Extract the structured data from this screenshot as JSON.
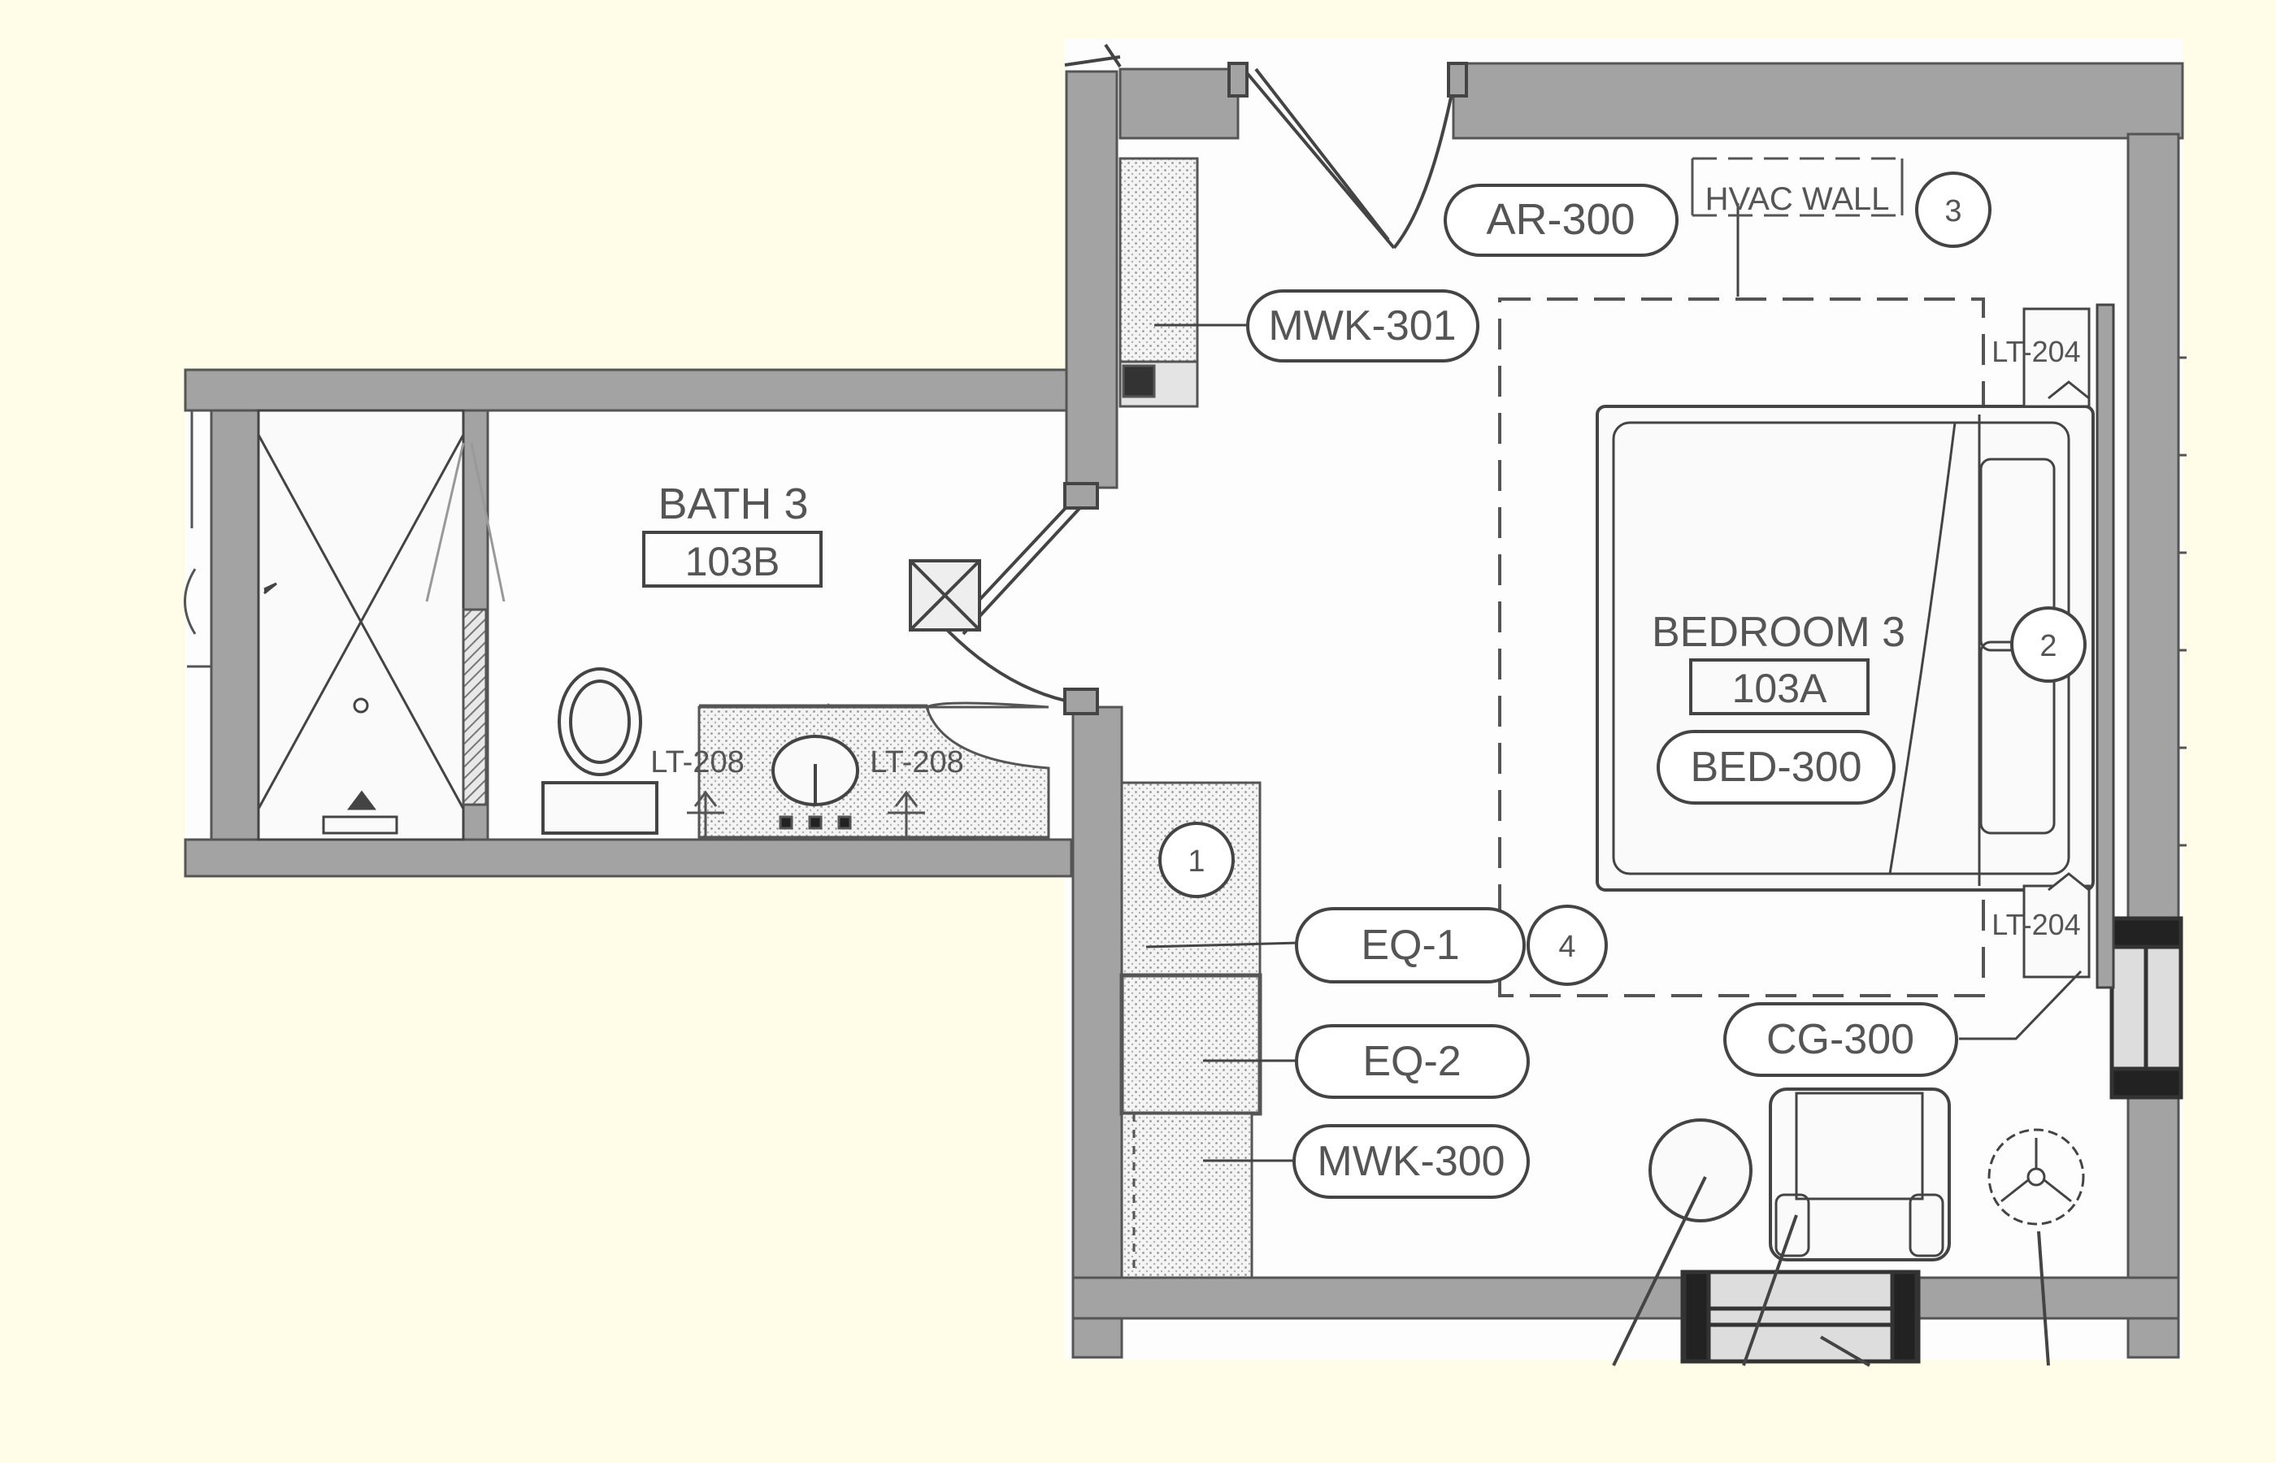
{
  "rooms": {
    "bath": {
      "name": "BATH 3",
      "number": "103B"
    },
    "bedroom": {
      "name": "BEDROOM 3",
      "number": "103A"
    }
  },
  "tags": {
    "ar300": "AR-300",
    "hvac_wall": "HVAC WALL",
    "mwk301": "MWK-301",
    "bed300": "BED-300",
    "eq1": "EQ-1",
    "eq2": "EQ-2",
    "mwk300": "MWK-300",
    "cg300": "CG-300"
  },
  "fixture_labels": {
    "lt204_top": "LT-204",
    "lt204_bottom": "LT-204",
    "lt208_left": "LT-208",
    "lt208_right": "LT-208"
  },
  "key_notes": {
    "n1": "1",
    "n2": "2",
    "n3": "3",
    "n4": "4"
  },
  "colors": {
    "background": "#fffde8",
    "paper": "#fdfdfd",
    "wall": "#a3a3a3",
    "line": "#555555",
    "hatch": "#dcdcdc"
  }
}
